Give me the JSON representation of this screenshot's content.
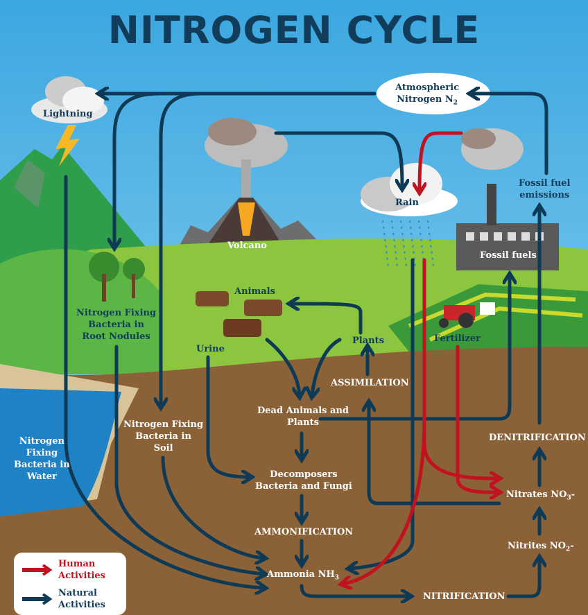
{
  "title": "NITROGEN CYCLE",
  "labels": {
    "lightning": "Lightning",
    "atmospheric": "Atmospheric",
    "nitrogen_n": "Nitrogen N",
    "n2_sub": "2",
    "volcano": "Volcano",
    "rain": "Rain",
    "fossil_fuel_emissions_1": "Fossil fuel",
    "fossil_fuel_emissions_2": "emissions",
    "fossil_fuels": "Fossil fuels",
    "animals": "Animals",
    "plants": "Plants",
    "fertilizer": "Fertilizer",
    "urine": "Urine",
    "root_nodules_1": "Nitrogen Fixing",
    "root_nodules_2": "Bacteria in",
    "root_nodules_3": "Root Nodules",
    "assimilation": "ASSIMILATION",
    "dead_1": "Dead Animals and",
    "dead_2": "Plants",
    "soil_1": "Nitrogen Fixing",
    "soil_2": "Bacteria in",
    "soil_3": "Soil",
    "water_1": "Nitrogen",
    "water_2": "Fixing",
    "water_3": "Bacteria in",
    "water_4": "Water",
    "denitrification": "DENITRIFICATION",
    "decomposers_1": "Decomposers",
    "decomposers_2": "Bacteria and Fungi",
    "nitrates": "Nitrates NO",
    "nitrates_sub": "3",
    "nitrates_suffix": "-",
    "ammonification": "AMMONIFICATION",
    "nitrites": "Nitrites NO",
    "nitrites_sub": "2",
    "nitrites_suffix": "-",
    "ammonia": "Ammonia NH",
    "ammonia_sub": "3",
    "nitrification": "NITRIFICATION"
  },
  "legend": {
    "human_1": "Human",
    "human_2": "Activities",
    "natural_1": "Natural",
    "natural_2": "Activities"
  },
  "colors": {
    "natural": "#0f3a55",
    "human": "#c1121f",
    "title": "#123d5a",
    "ground": "#8b6238"
  }
}
